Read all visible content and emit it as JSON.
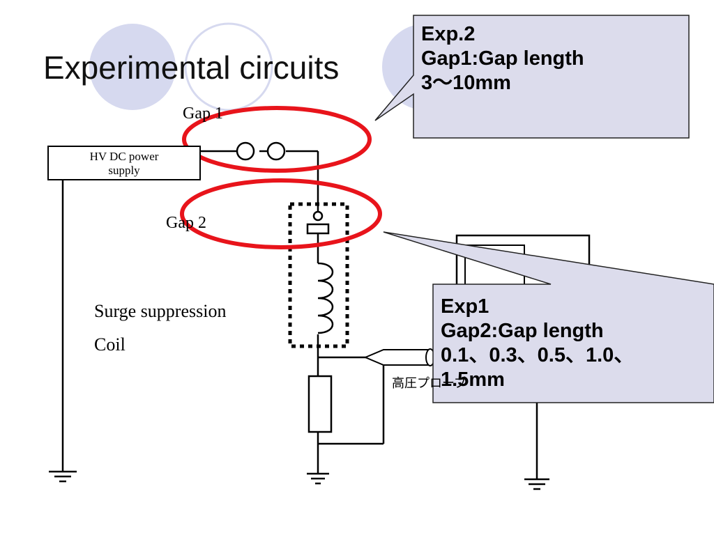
{
  "slide": {
    "title": "Experimental circuits"
  },
  "circuit": {
    "gap1_label": "Gap 1",
    "gap2_label": "Gap 2",
    "power_supply_line1": "HV DC  power",
    "power_supply_line2": "supply",
    "coil_label_line1": "Surge  suppression",
    "coil_label_line2": "Coil",
    "probe_label": "高圧プローブ"
  },
  "callouts": {
    "exp2": {
      "line1": "Exp.2",
      "line2": "Gap1:Gap length",
      "line3": "3～10mm"
    },
    "exp1": {
      "line1": "Exp1",
      "line2": "Gap2:Gap length",
      "line3": "0.1、0.3、0.5、1.0、",
      "line4": "1.5mm"
    }
  },
  "colors": {
    "circle_fill": "#d6d9ef",
    "callout_fill": "#dcdcec",
    "highlight_ellipse": "#e8141b",
    "wire": "#000000"
  }
}
